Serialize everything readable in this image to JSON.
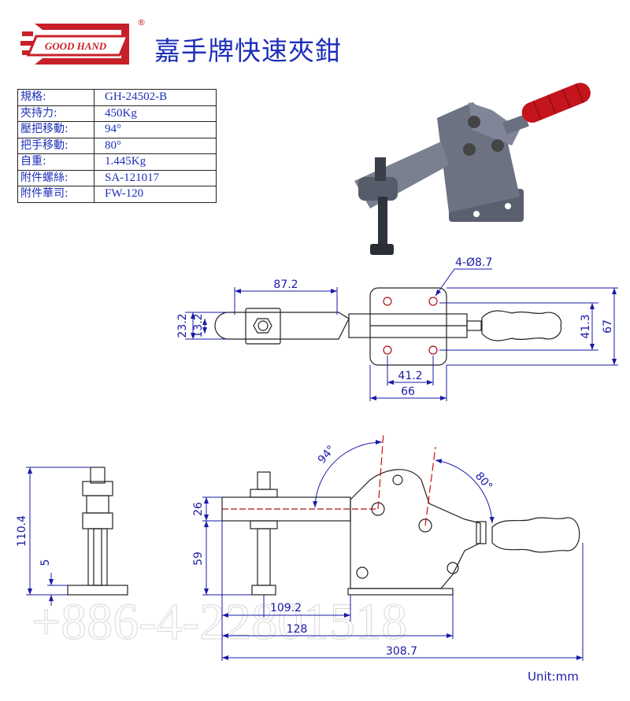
{
  "header": {
    "logo_text": "GOOD HAND",
    "registered_mark": "®",
    "title": "嘉手牌快速夾鉗"
  },
  "spec_table": [
    {
      "label": "規格:",
      "value": "GH-24502-B"
    },
    {
      "label": "夾持力:",
      "value": "450Kg"
    },
    {
      "label": "壓把移動:",
      "value": "94°"
    },
    {
      "label": "把手移動:",
      "value": "80°"
    },
    {
      "label": "自重:",
      "value": "1.445Kg"
    },
    {
      "label": "附件螺絲:",
      "value": "SA-121017"
    },
    {
      "label": "附件華司:",
      "value": "FW-120"
    }
  ],
  "top_view_dims": {
    "holes": "4-Ø8.7",
    "arm_length": "87.2",
    "arm_width_outer": "23.2",
    "arm_width_inner": "13.2",
    "hole_spacing_y": "41.3",
    "base_depth": "67",
    "hole_spacing_x": "41.2",
    "base_width": "66"
  },
  "side_view_dims": {
    "bar_angle": "94°",
    "handle_angle": "80°",
    "bar_height": "26",
    "base_height": "59",
    "spindle_reach": "109.2",
    "base_length": "128",
    "overall_length": "308.7"
  },
  "front_view_dims": {
    "overall_height": "110.4",
    "base_thickness": "5"
  },
  "watermark": "+886-4-22801518",
  "unit_label": "Unit:mm",
  "colors": {
    "brand_red": "#c8202a",
    "dimension_blue": "#1a1aa8",
    "handle_red": "#c4141c"
  }
}
